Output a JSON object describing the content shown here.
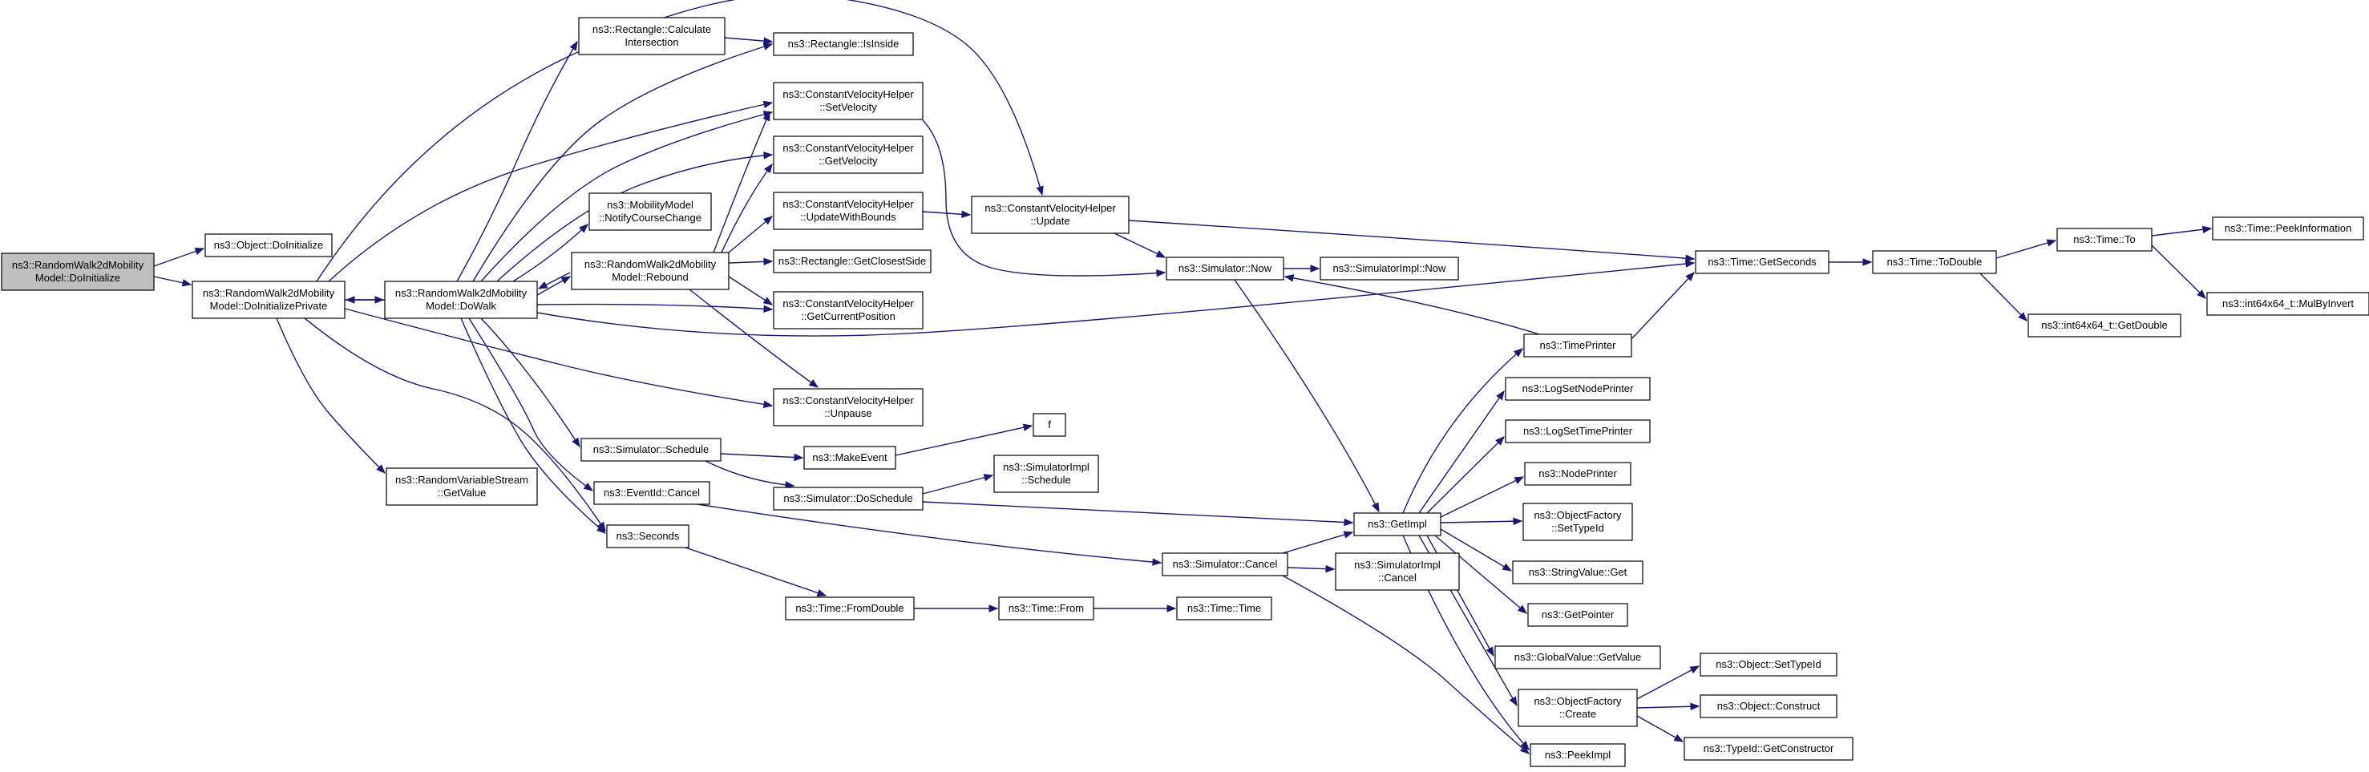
{
  "diagram": {
    "colors": {
      "edge": "#191970",
      "root_fill": "#bfbfbf",
      "node_fill": "#ffffff",
      "node_border": "#000000",
      "incomplete_border": "#ff0000"
    },
    "nodes": [
      {
        "id": "root",
        "lines": [
          "ns3::RandomWalk2dMobility",
          "Model::DoInitialize"
        ],
        "style": "root"
      },
      {
        "id": "objdoinit",
        "lines": [
          "ns3::Object::DoInitialize"
        ],
        "style": "normal"
      },
      {
        "id": "doinitpriv",
        "lines": [
          "ns3::RandomWalk2dMobility",
          "Model::DoInitializePrivate"
        ],
        "style": "normal"
      },
      {
        "id": "dowalk",
        "lines": [
          "ns3::RandomWalk2dMobility",
          "Model::DoWalk"
        ],
        "style": "normal"
      },
      {
        "id": "rvs",
        "lines": [
          "ns3::RandomVariableStream",
          "::GetValue"
        ],
        "style": "normal"
      },
      {
        "id": "rectcalc",
        "lines": [
          "ns3::Rectangle::Calculate",
          "Intersection"
        ],
        "style": "normal"
      },
      {
        "id": "notify",
        "lines": [
          "ns3::MobilityModel",
          "::NotifyCourseChange"
        ],
        "style": "normal"
      },
      {
        "id": "rebound",
        "lines": [
          "ns3::RandomWalk2dMobility",
          "Model::Rebound"
        ],
        "style": "normal"
      },
      {
        "id": "schedule",
        "lines": [
          "ns3::Simulator::Schedule"
        ],
        "style": "normal"
      },
      {
        "id": "evcancel",
        "lines": [
          "ns3::EventId::Cancel"
        ],
        "style": "normal"
      },
      {
        "id": "seconds",
        "lines": [
          "ns3::Seconds"
        ],
        "style": "normal"
      },
      {
        "id": "isinside",
        "lines": [
          "ns3::Rectangle::IsInside"
        ],
        "style": "normal"
      },
      {
        "id": "setvel",
        "lines": [
          "ns3::ConstantVelocityHelper",
          "::SetVelocity"
        ],
        "style": "normal"
      },
      {
        "id": "getvel",
        "lines": [
          "ns3::ConstantVelocityHelper",
          "::GetVelocity"
        ],
        "style": "normal"
      },
      {
        "id": "updwb",
        "lines": [
          "ns3::ConstantVelocityHelper",
          "::UpdateWithBounds"
        ],
        "style": "normal"
      },
      {
        "id": "closest",
        "lines": [
          "ns3::Rectangle::GetClosestSide"
        ],
        "style": "normal"
      },
      {
        "id": "getpos",
        "lines": [
          "ns3::ConstantVelocityHelper",
          "::GetCurrentPosition"
        ],
        "style": "normal"
      },
      {
        "id": "unpause",
        "lines": [
          "ns3::ConstantVelocityHelper",
          "::Unpause"
        ],
        "style": "normal"
      },
      {
        "id": "makeevent",
        "lines": [
          "ns3::MakeEvent"
        ],
        "style": "normal"
      },
      {
        "id": "dosched",
        "lines": [
          "ns3::Simulator::DoSchedule"
        ],
        "style": "normal"
      },
      {
        "id": "fromdouble",
        "lines": [
          "ns3::Time::FromDouble"
        ],
        "style": "normal"
      },
      {
        "id": "cvupdate",
        "lines": [
          "ns3::ConstantVelocityHelper",
          "::Update"
        ],
        "style": "normal"
      },
      {
        "id": "f",
        "lines": [
          "f"
        ],
        "style": "normal"
      },
      {
        "id": "implsched",
        "lines": [
          "ns3::SimulatorImpl",
          "::Schedule"
        ],
        "style": "normal"
      },
      {
        "id": "timefrom",
        "lines": [
          "ns3::Time::From"
        ],
        "style": "normal"
      },
      {
        "id": "simnow",
        "lines": [
          "ns3::Simulator::Now"
        ],
        "style": "normal"
      },
      {
        "id": "simcancel",
        "lines": [
          "ns3::Simulator::Cancel"
        ],
        "style": "normal"
      },
      {
        "id": "timetime",
        "lines": [
          "ns3::Time::Time"
        ],
        "style": "incomplete"
      },
      {
        "id": "implnow",
        "lines": [
          "ns3::SimulatorImpl::Now"
        ],
        "style": "normal"
      },
      {
        "id": "getimpl",
        "lines": [
          "ns3::GetImpl"
        ],
        "style": "normal"
      },
      {
        "id": "implcancel",
        "lines": [
          "ns3::SimulatorImpl",
          "::Cancel"
        ],
        "style": "normal"
      },
      {
        "id": "timeprinter",
        "lines": [
          "ns3::TimePrinter"
        ],
        "style": "normal"
      },
      {
        "id": "lognode",
        "lines": [
          "ns3::LogSetNodePrinter"
        ],
        "style": "normal"
      },
      {
        "id": "logtime",
        "lines": [
          "ns3::LogSetTimePrinter"
        ],
        "style": "incomplete"
      },
      {
        "id": "nodeprinter",
        "lines": [
          "ns3::NodePrinter"
        ],
        "style": "incomplete"
      },
      {
        "id": "ofsettype",
        "lines": [
          "ns3::ObjectFactory",
          "::SetTypeId"
        ],
        "style": "incomplete"
      },
      {
        "id": "strget",
        "lines": [
          "ns3::StringValue::Get"
        ],
        "style": "normal"
      },
      {
        "id": "getpointer",
        "lines": [
          "ns3::GetPointer"
        ],
        "style": "incomplete"
      },
      {
        "id": "globalget",
        "lines": [
          "ns3::GlobalValue::GetValue"
        ],
        "style": "incomplete"
      },
      {
        "id": "ofcreate",
        "lines": [
          "ns3::ObjectFactory",
          "::Create"
        ],
        "style": "normal"
      },
      {
        "id": "peekimpl",
        "lines": [
          "ns3::PeekImpl"
        ],
        "style": "normal"
      },
      {
        "id": "getseconds",
        "lines": [
          "ns3::Time::GetSeconds"
        ],
        "style": "normal"
      },
      {
        "id": "todouble",
        "lines": [
          "ns3::Time::ToDouble"
        ],
        "style": "normal"
      },
      {
        "id": "timeto",
        "lines": [
          "ns3::Time::To"
        ],
        "style": "normal"
      },
      {
        "id": "i64getdouble",
        "lines": [
          "ns3::int64x64_t::GetDouble"
        ],
        "style": "normal"
      },
      {
        "id": "peekinfo",
        "lines": [
          "ns3::Time::PeekInformation"
        ],
        "style": "incomplete"
      },
      {
        "id": "mulbyinvert",
        "lines": [
          "ns3::int64x64_t::MulByInvert"
        ],
        "style": "incomplete"
      },
      {
        "id": "objsettype",
        "lines": [
          "ns3::Object::SetTypeId"
        ],
        "style": "incomplete"
      },
      {
        "id": "objconstruct",
        "lines": [
          "ns3::Object::Construct"
        ],
        "style": "incomplete"
      },
      {
        "id": "typegetctor",
        "lines": [
          "ns3::TypeId::GetConstructor"
        ],
        "style": "incomplete"
      }
    ]
  }
}
